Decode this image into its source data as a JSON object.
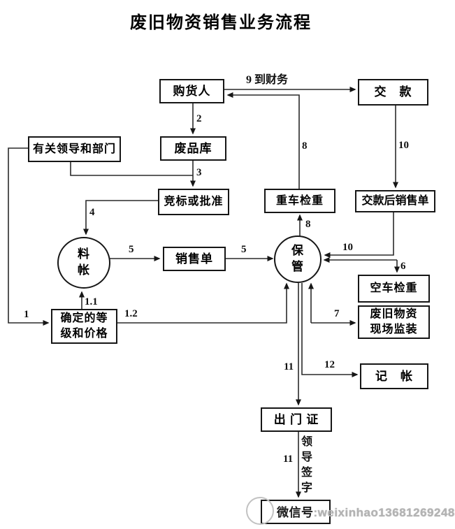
{
  "title": "废旧物资销售业务流程",
  "nodes": {
    "purchaser": "购货人",
    "payment": "交　款",
    "leaders": "有关领导和部门",
    "waste_store": "废品库",
    "bidding": "竞标或批准",
    "loaded_check": "重车检重",
    "paid_sales_order": "交款后销售单",
    "sales_order": "销售单",
    "material_account": "料\n帐",
    "custody": "保\n管",
    "empty_check": "空车检重",
    "site_loading": "废旧物资\n现场监装",
    "grade_price": "确定的等\n级和价格",
    "bookkeeping": "记　帐",
    "exit_pass": "出 门 证",
    "gate": ""
  },
  "edge_labels": {
    "e1": "1",
    "e1_1": "1.1",
    "e1_2": "1.2",
    "e2": "2",
    "e3": "3",
    "e4": "4",
    "e5a": "5",
    "e5b": "5",
    "e6": "6",
    "e7": "7",
    "e8a": "8",
    "e8b": "8",
    "e9": "9  到财务",
    "e10a": "10",
    "e10b": "10",
    "e11a": "11",
    "e11b": "11",
    "e12": "12",
    "leader_sign": "领\n导\n签\n字"
  },
  "watermark": {
    "prefix": "微信号",
    "rest": ":weixinhao13681269248"
  },
  "colors": {
    "line": "#2a2a2a",
    "text": "#000000",
    "watermark_gray": "#b3b3b3",
    "background": "#ffffff"
  }
}
